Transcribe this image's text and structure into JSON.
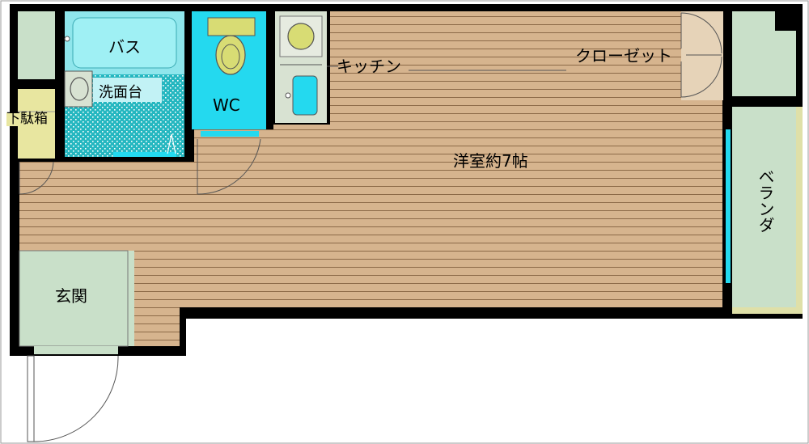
{
  "rooms": {
    "bath": "バス",
    "washroom": "洗面台",
    "shoe_box": "下駄箱",
    "toilet": "WC",
    "kitchen": "キッチン",
    "closet": "クローゼット",
    "western_room": "洋室約7帖",
    "balcony": "ベランダ",
    "entrance": "玄関"
  },
  "colors": {
    "wall": "#000000",
    "floor": "#d6b48e",
    "floor_line": "#8c6a48",
    "bath": "#8fe6ec",
    "washroom_tile": "#25b7c0",
    "toilet": "#24d9ef",
    "green": "#c9e0c9",
    "shoe_box": "#e8e6a0",
    "kitchen": "#d8e2d2",
    "closet": "#e6d3b8",
    "window": "#24d9ef",
    "balcony_rail": "#dfe0a8",
    "fixture": "#d8dc74"
  }
}
